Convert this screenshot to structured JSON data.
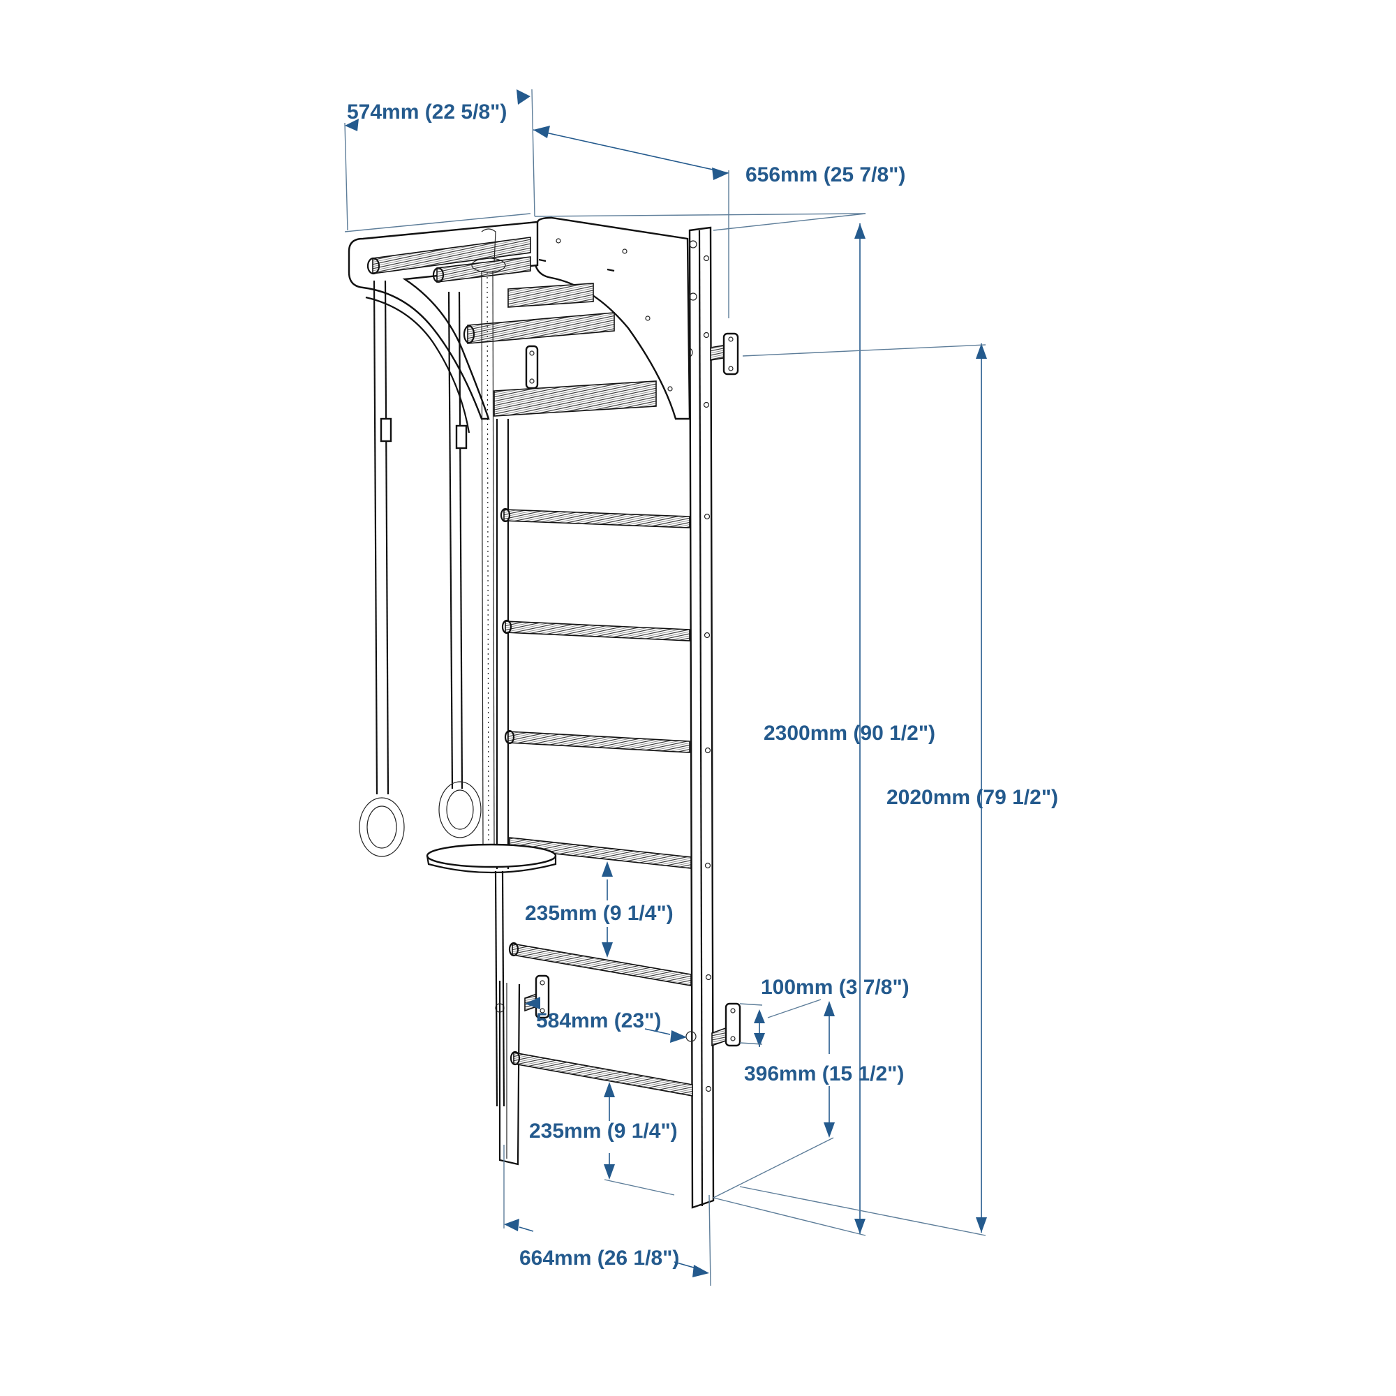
{
  "diagram": {
    "subject": "wall bars / Swedish ladder with pull-up bar, gymnastic rings, climbing rope and swing disc",
    "accent_color": "#245a8d",
    "line_color": "#111111",
    "background": "#ffffff"
  },
  "dimensions": {
    "top_depth": "574mm (22 5/8\")",
    "top_width": "656mm (25 7/8\")",
    "total_height": "2300mm (90 1/2\")",
    "ladder_height": "2020mm (79 1/2\")",
    "rung_spacing_upper": "235mm (9 1/4\")",
    "wall_offset": "100mm (3 7/8\")",
    "ladder_width": "584mm (23\")",
    "bracket_height": "396mm (15 1/2\")",
    "rung_spacing_lower": "235mm (9 1/4\")",
    "base_width": "664mm (26 1/8\")"
  },
  "components": [
    {
      "name": "pull-up bar frame",
      "rungs": 2
    },
    {
      "name": "gymnastic rings",
      "count": 2
    },
    {
      "name": "climbing rope",
      "count": 1
    },
    {
      "name": "swing disc seat",
      "count": 1
    },
    {
      "name": "ladder rungs",
      "count": 10
    },
    {
      "name": "wall mounting brackets",
      "count": 4
    }
  ]
}
